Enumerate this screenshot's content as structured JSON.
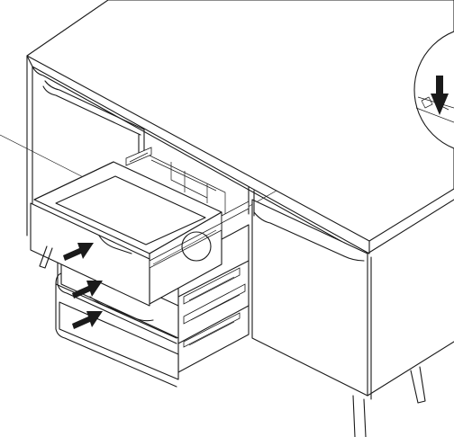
{
  "figure": {
    "subject": "sideboard-with-drawers",
    "arrows": [
      {
        "name": "arrow-push-drawer-1",
        "icon": "right-arrow-icon",
        "color": "#1a1a1a"
      },
      {
        "name": "arrow-push-drawer-2",
        "icon": "right-arrow-icon",
        "color": "#1a1a1a"
      },
      {
        "name": "arrow-push-drawer-3",
        "icon": "right-arrow-icon",
        "color": "#1a1a1a"
      }
    ],
    "detail_callout": {
      "icon": "down-arrow-icon",
      "color": "#1a1a1a"
    }
  }
}
